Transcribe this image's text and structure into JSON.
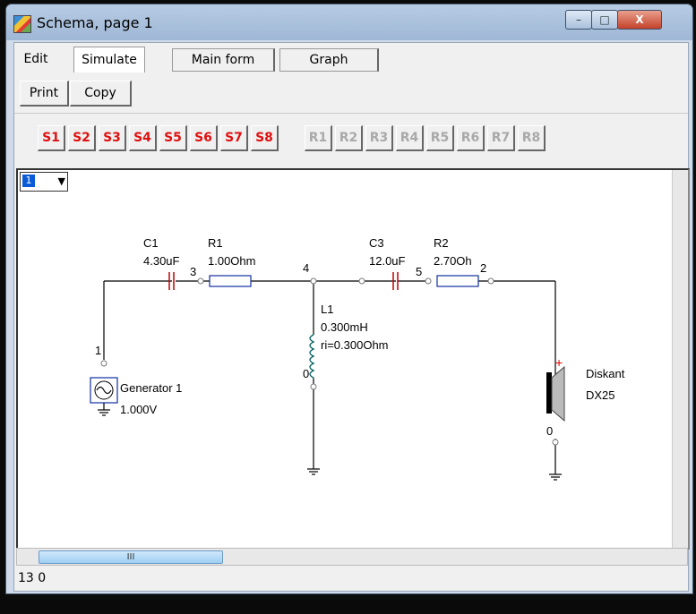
{
  "window": {
    "title": "Schema, page 1",
    "min": "–",
    "max": "□",
    "close": "X"
  },
  "tabs": {
    "edit": "Edit",
    "simulate": "Simulate",
    "main_form": "Main form",
    "graph": "Graph"
  },
  "actions": {
    "print": "Print",
    "copy": "Copy"
  },
  "s_buttons": [
    "S1",
    "S2",
    "S3",
    "S4",
    "S5",
    "S6",
    "S7",
    "S8"
  ],
  "r_buttons": [
    "R1",
    "R2",
    "R3",
    "R4",
    "R5",
    "R6",
    "R7",
    "R8"
  ],
  "page_select": {
    "value": "1",
    "arrow": "▼"
  },
  "components": {
    "c1": {
      "name": "C1",
      "value": "4.30uF"
    },
    "r1": {
      "name": "R1",
      "value": "1.00Ohm"
    },
    "c3": {
      "name": "C3",
      "value": "12.0uF"
    },
    "r2": {
      "name": "R2",
      "value": "2.70Oh"
    },
    "l1": {
      "name": "L1",
      "value": "0.300mH",
      "ri": "ri=0.300Ohm"
    },
    "gen": {
      "name": "Generator 1",
      "value": "1.000V"
    },
    "spk": {
      "name": "Diskant",
      "model": "DX25"
    }
  },
  "nodes": {
    "n1": "1",
    "n3": "3",
    "n4": "4",
    "n5": "5",
    "n2": "2",
    "n0a": "0",
    "n0b": "0"
  },
  "hscroll_thumb": "III",
  "status": {
    "text": "13  0"
  }
}
